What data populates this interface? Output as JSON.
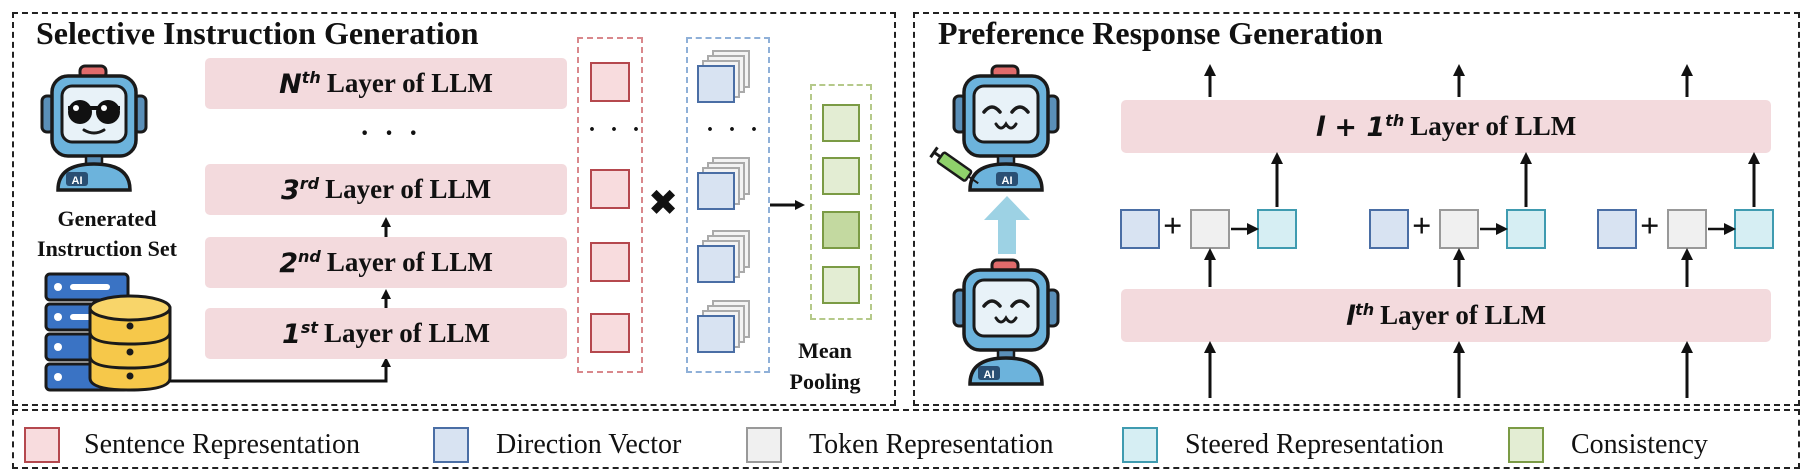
{
  "left_panel": {
    "title": "Selective Instruction Generation",
    "layers": {
      "nth": {
        "math": "N",
        "sup": "th",
        "label": " Layer of LLM"
      },
      "third": {
        "math": "3",
        "sup": "rd",
        "label": " Layer of LLM"
      },
      "second": {
        "math": "2",
        "sup": "nd",
        "label": " Layer of LLM"
      },
      "first": {
        "math": "1",
        "sup": "st",
        "label": " Layer of LLM"
      }
    },
    "ellipsis": "· · ·",
    "instruction_set_label": [
      "Generated",
      "Instruction Set"
    ],
    "robot_badge": "AI",
    "multiply_symbol": "✖",
    "pooling_label": [
      "Mean",
      "Pooling"
    ]
  },
  "right_panel": {
    "title": "Preference Response Generation",
    "upper_layer": {
      "math": "l + 1",
      "sup": "th",
      "label": " Layer of LLM"
    },
    "lower_layer": {
      "math": "l",
      "sup": "th",
      "label": " Layer of LLM"
    },
    "plus_symbol": "+",
    "robot_badge": "AI"
  },
  "legend": [
    {
      "label": "Sentence Representation",
      "fill": "#f8dcde",
      "border": "#b5484e"
    },
    {
      "label": "Direction Vector",
      "fill": "#d8e3f2",
      "border": "#4a6ea5"
    },
    {
      "label": "Token Representation",
      "fill": "#f0f0f0",
      "border": "#999999"
    },
    {
      "label": "Steered Representation",
      "fill": "#d6eef3",
      "border": "#3f9bb0"
    },
    {
      "label": "Consistency",
      "fill": "#e3edd3",
      "border": "#7b9b45"
    }
  ],
  "colors": {
    "layer_fill": "#f3dadd",
    "robot_body": "#6cb3dc",
    "arrow_up_fill": "#9dd2e4",
    "database_yellow": "#f6c84a",
    "server_blue": "#3a73c4"
  }
}
